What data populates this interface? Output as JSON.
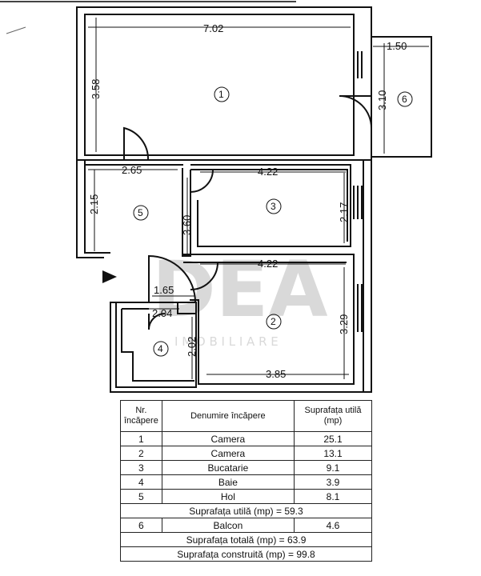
{
  "plan": {
    "dimensions": {
      "room1_width": "7.02",
      "room1_height": "3.58",
      "balcony_width": "1.50",
      "balcony_height": "3.10",
      "hall_width": "2.65",
      "hall_height": "2.15",
      "hall_length": "3.60",
      "room3_width": "4.22",
      "room3_height": "2.17",
      "room2_top_width": "4.22",
      "room2_bottom_width": "3.85",
      "room2_height": "3.29",
      "entry_width": "1.65",
      "bath_width": "2.04",
      "bath_height": "2.02"
    },
    "room_numbers": [
      "1",
      "2",
      "3",
      "4",
      "5",
      "6"
    ],
    "watermark": {
      "logo": "DEA",
      "subtitle": "I M O B I L I A R E"
    }
  },
  "table": {
    "header": {
      "nr": "Nr. încăpere",
      "name": "Denumire încăpere",
      "area": "Suprafața utilă (mp)"
    },
    "rows": [
      {
        "nr": "1",
        "name": "Camera",
        "area": "25.1"
      },
      {
        "nr": "2",
        "name": "Camera",
        "area": "13.1"
      },
      {
        "nr": "3",
        "name": "Bucatarie",
        "area": "9.1"
      },
      {
        "nr": "4",
        "name": "Baie",
        "area": "3.9"
      },
      {
        "nr": "5",
        "name": "Hol",
        "area": "8.1"
      }
    ],
    "useful_total": "Suprafața utilă (mp) = 59.3",
    "balcony_row": {
      "nr": "6",
      "name": "Balcon",
      "area": "4.6"
    },
    "total": "Suprafața totală (mp) = 63.9",
    "built": "Suprafața construită (mp) = 99.8"
  }
}
